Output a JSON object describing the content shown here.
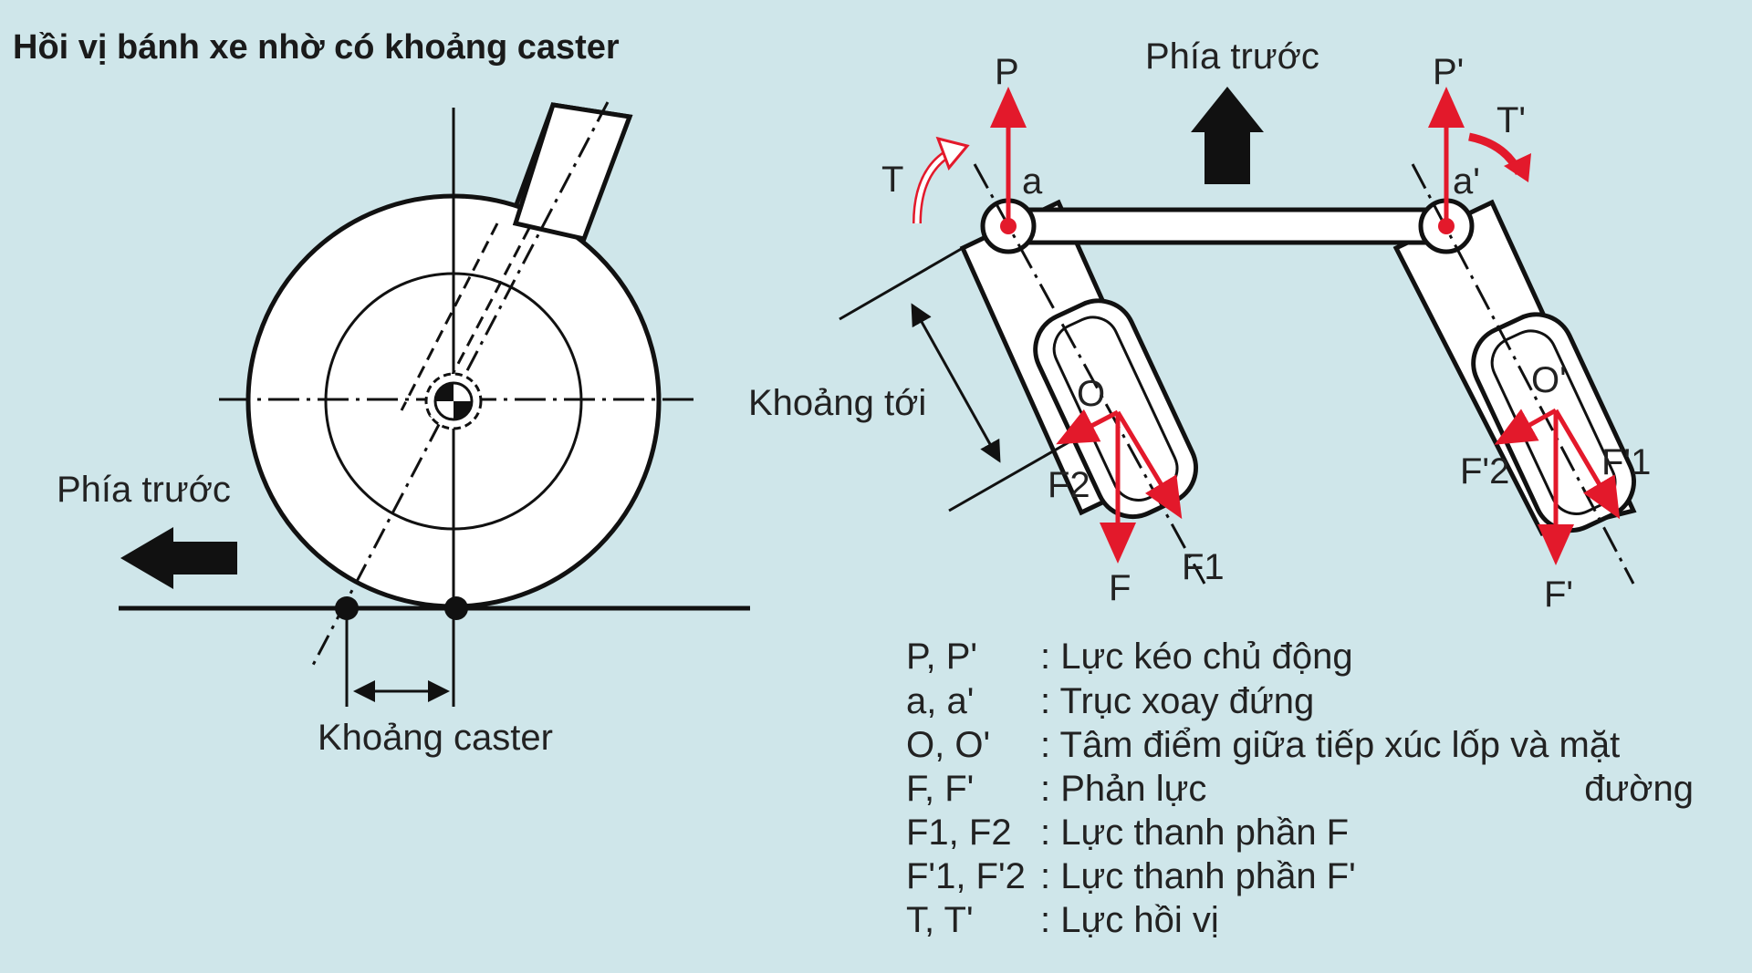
{
  "title": "Hồi vị bánh xe nhờ có khoảng caster",
  "left": {
    "front_label": "Phía trước",
    "caster_label": "Khoảng caster"
  },
  "right": {
    "front_label": "Phía trước",
    "offset_label": "Khoảng tới",
    "labels": {
      "P": "P",
      "P_prime": "P'",
      "T": "T",
      "T_prime": "T'",
      "a": "a",
      "a_prime": "a'",
      "O": "O",
      "O_prime": "O'",
      "F": "F",
      "F_prime": "F'",
      "F1": "F1",
      "F2": "F2",
      "F1_prime": "F'1",
      "F2_prime": "F'2"
    }
  },
  "legend": [
    {
      "symbol": "P, P'",
      "desc": ": Lực kéo chủ động"
    },
    {
      "symbol": "a, a'",
      "desc": ": Trục xoay đứng"
    },
    {
      "symbol": "O, O'",
      "desc": ": Tâm điểm giữa tiếp xúc lốp và mặt"
    },
    {
      "symbol": "F, F'",
      "desc": ": Phản lực",
      "extra": "đường"
    },
    {
      "symbol": "F1, F2",
      "desc": ": Lực thanh phần F"
    },
    {
      "symbol": "F'1, F'2",
      "desc": ": Lực thanh phần F'"
    },
    {
      "symbol": "T, T'",
      "desc": ": Lực hồi vị"
    }
  ],
  "colors": {
    "background": "#cfe6ea",
    "force_arrow": "#e3192b",
    "line": "#111111",
    "tire_fill": "#ffffff"
  }
}
